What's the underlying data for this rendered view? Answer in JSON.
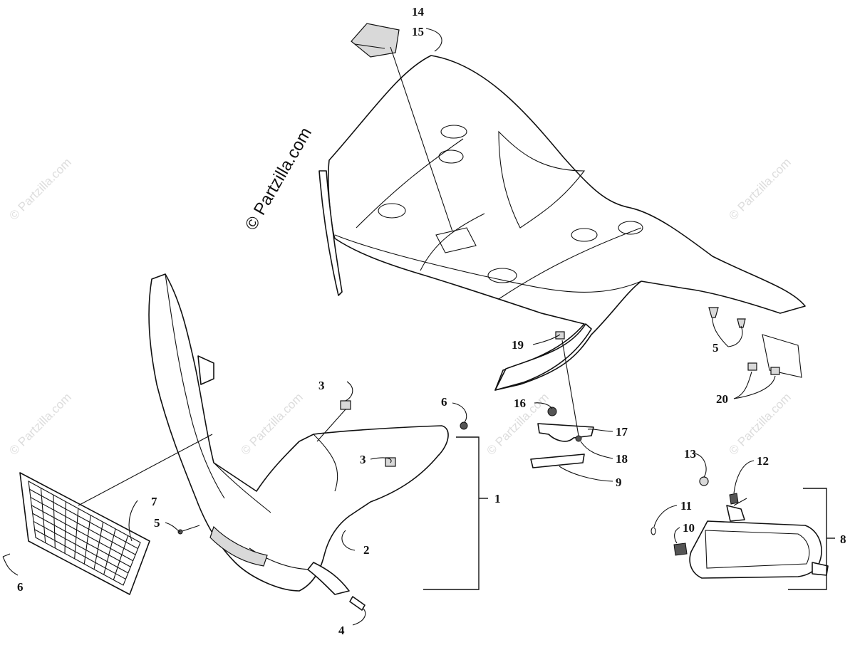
{
  "copyright": "© Partzilla.com",
  "watermark": "© Partzilla.com",
  "callouts": {
    "c1": "1",
    "c2": "2",
    "c3a": "3",
    "c3b": "3",
    "c4": "4",
    "c5a": "5",
    "c5b": "5",
    "c6a": "6",
    "c6b": "6",
    "c7": "7",
    "c8": "8",
    "c9": "9",
    "c10": "10",
    "c11": "11",
    "c12": "12",
    "c13": "13",
    "c14": "14",
    "c15": "15",
    "c16": "16",
    "c17": "17",
    "c18": "18",
    "c19": "19",
    "c20": "20"
  }
}
